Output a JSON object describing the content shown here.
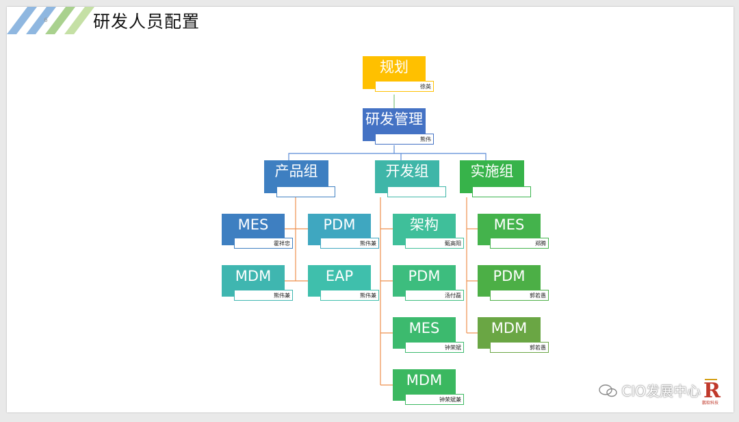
{
  "slide": {
    "title": "研发人员配置",
    "page_number": "6"
  },
  "colors": {
    "yellow": "#ffc000",
    "darkblue": "#4472c4",
    "midblue": "#3e7fc1",
    "teal": "#3fb6a8",
    "green": "#37b34a",
    "connector_blue": "#5b8bd6",
    "connector_orange": "#ee8f4c",
    "connector_green": "#7ec17a"
  },
  "nodes": {
    "plan": {
      "label": "规划",
      "person": "徐英"
    },
    "rd_mgmt": {
      "label": "研发管理",
      "person": "熊伟"
    },
    "product": {
      "label": "产品组",
      "person": "",
      "children": [
        {
          "label": "MES",
          "person": "霍祥忠"
        },
        {
          "label": "PDM",
          "person": "熊伟兼"
        },
        {
          "label": "MDM",
          "person": "熊伟兼"
        },
        {
          "label": "EAP",
          "person": "熊伟兼"
        }
      ]
    },
    "dev": {
      "label": "开发组",
      "person": "",
      "children": [
        {
          "label": "架构",
          "person": "甄高阳"
        },
        {
          "label": "PDM",
          "person": "汤付磊"
        },
        {
          "label": "MES",
          "person": "钟荣斌"
        },
        {
          "label": "MDM",
          "person": "钟荣斌兼"
        }
      ]
    },
    "impl": {
      "label": "实施组",
      "person": "",
      "children": [
        {
          "label": "MES",
          "person": "郑腾"
        },
        {
          "label": "PDM",
          "person": "郭若愚"
        },
        {
          "label": "MDM",
          "person": "郭若愚"
        }
      ]
    }
  },
  "watermark": {
    "text": "CIO发展中心",
    "logo_caption": "鹏软科技"
  }
}
